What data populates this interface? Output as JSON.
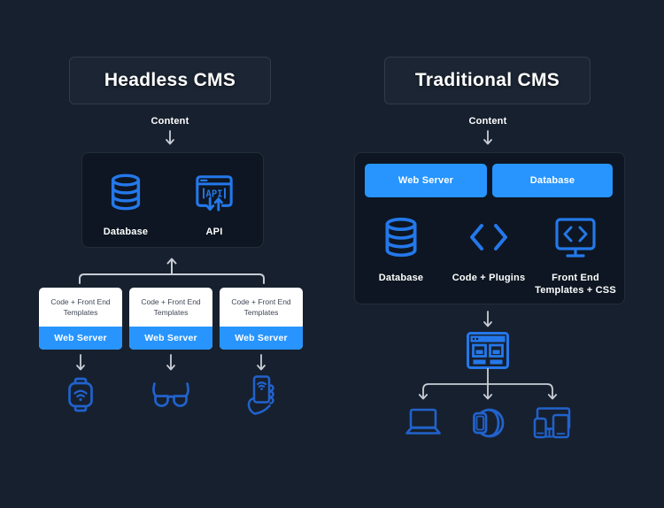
{
  "colors": {
    "background": "#17202e",
    "panel_background": "#0d1622",
    "accent_blue": "#2795fd",
    "panel_icon_blue": "#2478ea",
    "device_icon_blue": "#2162cc",
    "connector_gray": "#c8cdd5",
    "card_white": "#ffffff"
  },
  "left": {
    "title": "Headless CMS",
    "content_label": "Content",
    "panel": {
      "database_label": "Database",
      "api_label": "API",
      "api_icon_text": "API"
    },
    "cards": [
      {
        "top": "Code + Front End Templates",
        "bottom": "Web Server"
      },
      {
        "top": "Code + Front End Templates",
        "bottom": "Web Server"
      },
      {
        "top": "Code + Front End Templates",
        "bottom": "Web Server"
      }
    ],
    "device_icons": [
      "smartwatch",
      "smart-glasses",
      "phone-in-hand"
    ]
  },
  "right": {
    "title": "Traditional CMS",
    "content_label": "Content",
    "panel": {
      "web_server_button": "Web Server",
      "database_button": "Database",
      "database_label": "Database",
      "code_label": "Code + Plugins",
      "frontend_label": "Front End Templates + CSS"
    },
    "device_icons": [
      "laptop",
      "smartwatch-side",
      "responsive-devices"
    ]
  }
}
